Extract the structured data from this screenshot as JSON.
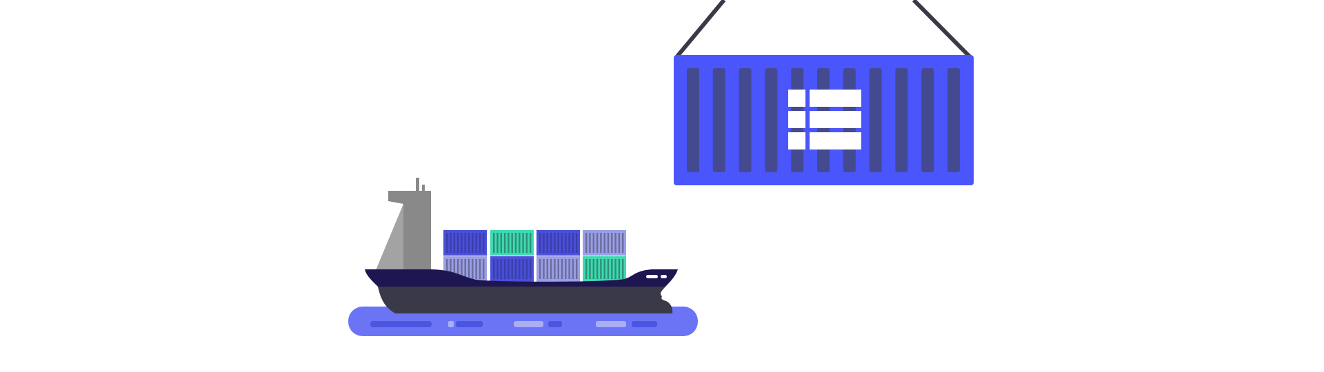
{
  "illustration": {
    "subject": "cargo-ship-with-hanging-container",
    "hanging_container": {
      "icon": "list-icon",
      "slat_count": 11
    },
    "ship": {
      "containers_top": [
        "blue",
        "teal",
        "blue",
        "lavender"
      ],
      "containers_bottom": [
        "lavender",
        "blue",
        "lavender",
        "teal"
      ]
    }
  },
  "colors": {
    "container_blue": "#4a55fb",
    "container_slat": "#444a8f",
    "rope": "#3a3947",
    "hull_navy": "#1d1650",
    "hull_dark": "#3a3947",
    "tower_dark": "#898989",
    "tower_light": "#a3a3a3",
    "water": "#6b74f5",
    "water_dark": "#4a55e0",
    "water_light": "#a9aef5",
    "stack_blue": "#4a4fd9",
    "stack_teal": "#3ed9b0",
    "stack_lavender": "#9a9ee6"
  }
}
